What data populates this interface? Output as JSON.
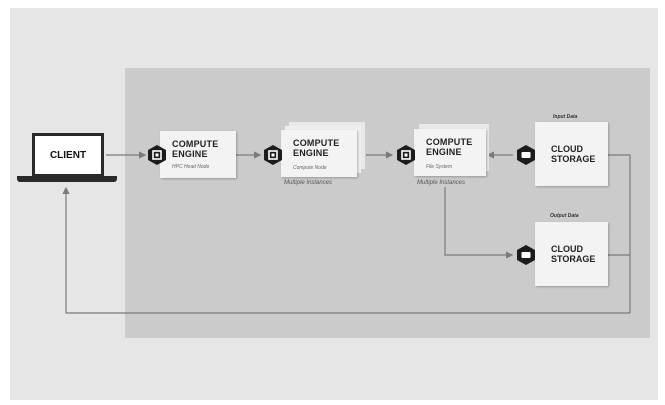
{
  "client": {
    "label": "CLIENT"
  },
  "nodes": [
    {
      "title_line1": "COMPUTE",
      "title_line2": "ENGINE",
      "subtitle": "HPC Head Node"
    },
    {
      "title_line1": "COMPUTE",
      "title_line2": "ENGINE",
      "subtitle": "Compute Node",
      "caption": "Multiple Instances"
    },
    {
      "title_line1": "COMPUTE",
      "title_line2": "ENGINE",
      "subtitle": "File System",
      "caption": "Multiple Instances"
    }
  ],
  "storage": [
    {
      "label": "Input Data",
      "title_line1": "CLOUD",
      "title_line2": "STORAGE"
    },
    {
      "label": "Output Data",
      "title_line1": "CLOUD",
      "title_line2": "STORAGE"
    }
  ],
  "icons": {
    "compute": "chip-icon",
    "storage": "bucket-icon"
  },
  "colors": {
    "line": "#7a7a7a",
    "icon_fill": "#1c1c1c"
  }
}
